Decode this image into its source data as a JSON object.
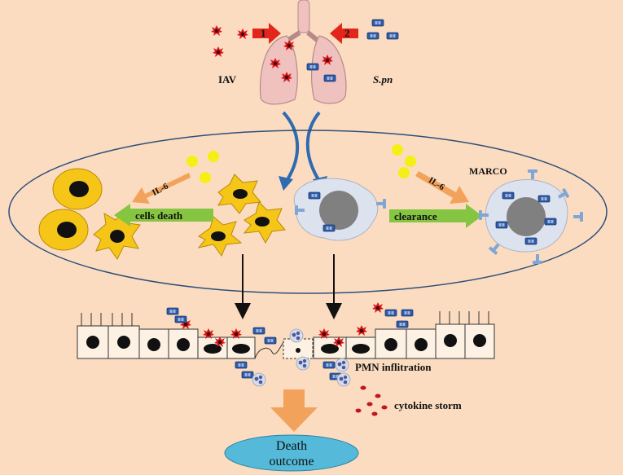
{
  "labels": {
    "virus": "IAV",
    "bacteria": "S.pn",
    "arrow1": "1",
    "arrow2": "2",
    "il6_left": "IL-6",
    "il6_right": "IL-6",
    "cells_death": "cells death",
    "clearance": "clearance",
    "marco": "MARCO",
    "pmn": "PMN inflitration",
    "cytokine": "cytokine storm",
    "outcome_line1": "Death",
    "outcome_line2": "outcome"
  },
  "colors": {
    "background": "#fbdcc0",
    "ellipse_stroke": "#2e4f7a",
    "red_arrow": "#e3261b",
    "green_arrow": "#86c541",
    "orange_arrow": "#f3a25c",
    "yellow": "#f5ef16",
    "cell_yellow": "#f5c518",
    "macrophage": "#dde3ee",
    "receptor": "#7fa7d6",
    "bacteria": "#2f5aa6",
    "virus": "#d8161b",
    "outcome_fill": "#55b9d9",
    "lung": "#f0c2bf"
  }
}
